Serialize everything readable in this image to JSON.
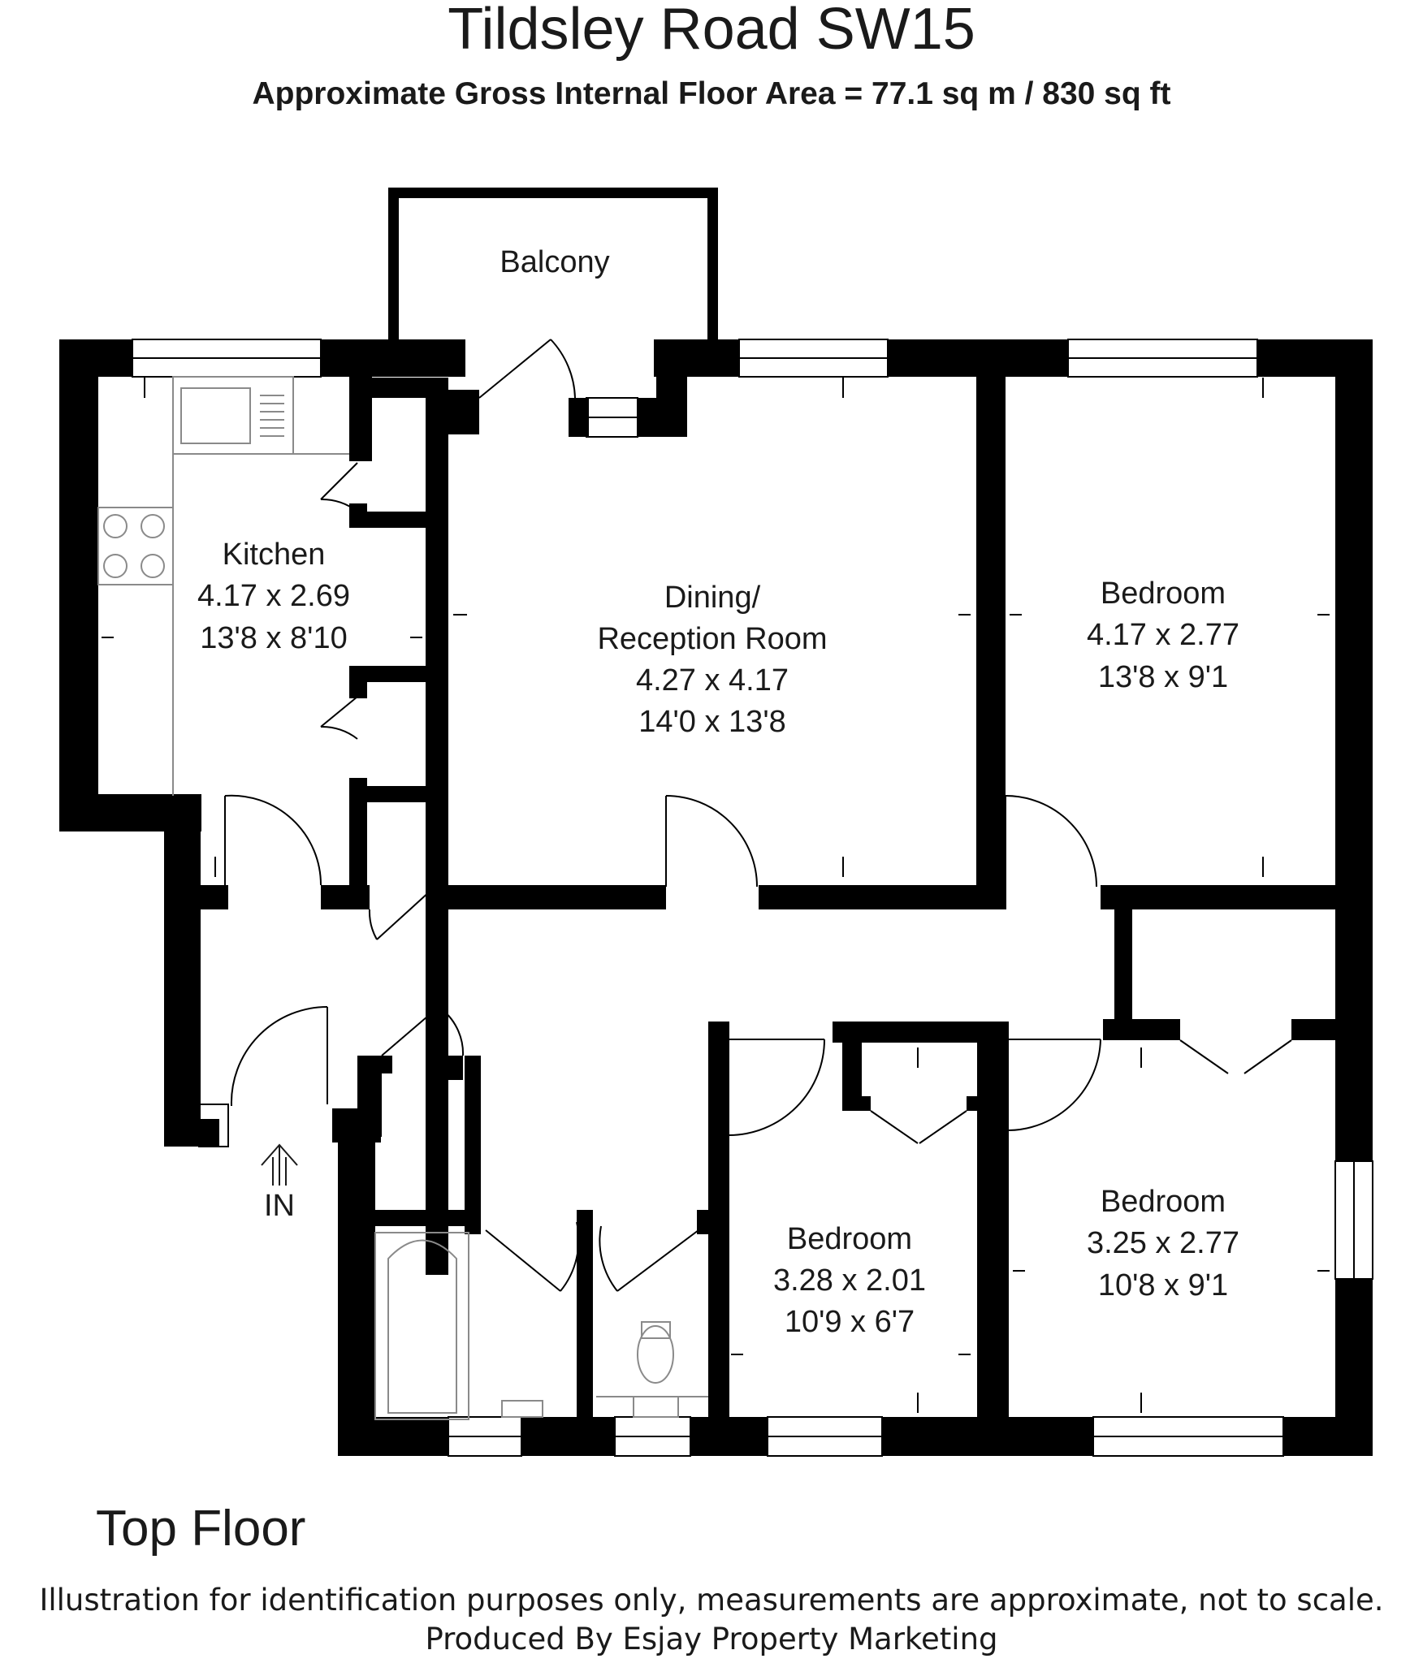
{
  "header": {
    "title": "Tildsley Road SW15",
    "subtitle": "Approximate Gross Internal Floor Area = 77.1 sq m / 830 sq ft"
  },
  "rooms": {
    "balcony": {
      "name": "Balcony"
    },
    "kitchen": {
      "name": "Kitchen",
      "metric": "4.17 x 2.69",
      "imperial": "13'8 x 8'10"
    },
    "dining": {
      "name_line1": "Dining/",
      "name_line2": "Reception Room",
      "metric": "4.27 x 4.17",
      "imperial": "14'0 x 13'8"
    },
    "bedroom1": {
      "name": "Bedroom",
      "metric": "4.17 x 2.77",
      "imperial": "13'8 x 9'1"
    },
    "bedroom2": {
      "name": "Bedroom",
      "metric": "3.28 x 2.01",
      "imperial": "10'9 x 6'7"
    },
    "bedroom3": {
      "name": "Bedroom",
      "metric": "3.25 x 2.77",
      "imperial": "10'8 x 9'1"
    }
  },
  "entrance": {
    "label": "IN"
  },
  "floor": {
    "label": "Top Floor"
  },
  "footer": {
    "disclaimer": "Illustration for identification purposes only, measurements are approximate, not to scale.",
    "credit": "Produced By Esjay Property Marketing"
  },
  "colors": {
    "wall": "#000000",
    "fixture": "#8a8a8a",
    "text": "#1a1a1a"
  }
}
